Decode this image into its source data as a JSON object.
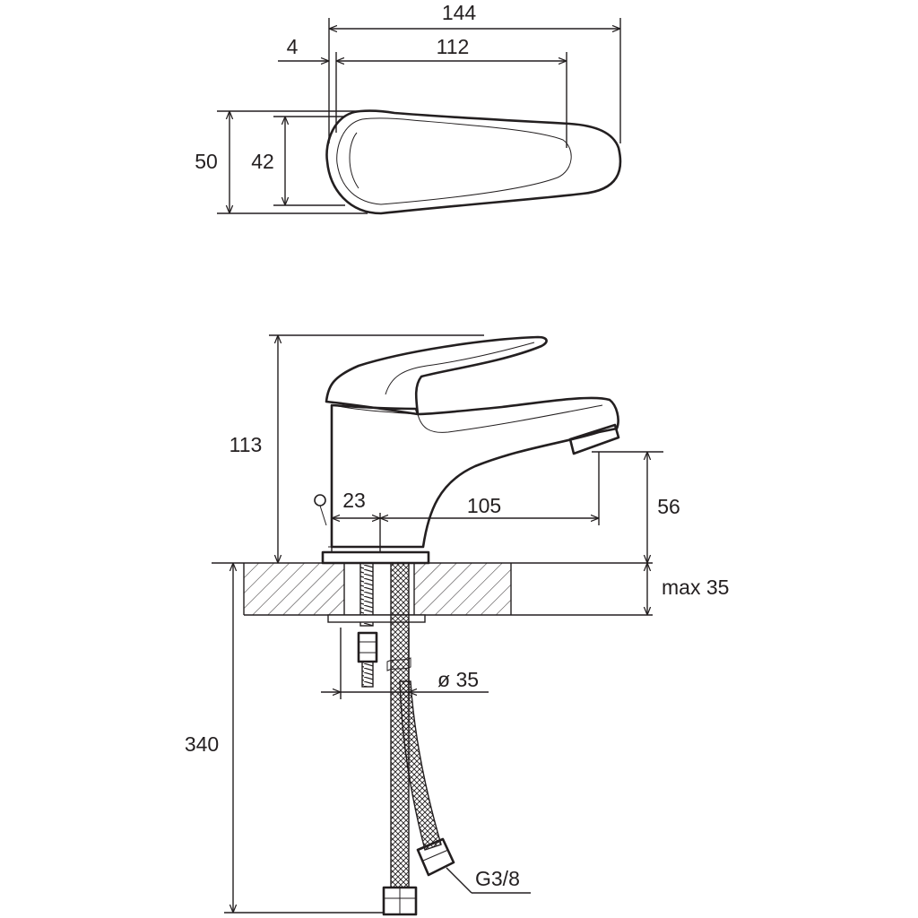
{
  "top_view": {
    "width_total": "144",
    "offset": "4",
    "width_lever": "112",
    "height_outer": "50",
    "height_inner": "42"
  },
  "side_view": {
    "height": "113",
    "spout_gap": "23",
    "spout_reach": "105",
    "spout_height": "56",
    "counter_thickness": "max 35",
    "hole_diameter": "ø 35",
    "hose_length": "340",
    "connector": "G3/8"
  },
  "colors": {
    "line": "#231f20",
    "background": "#ffffff"
  }
}
